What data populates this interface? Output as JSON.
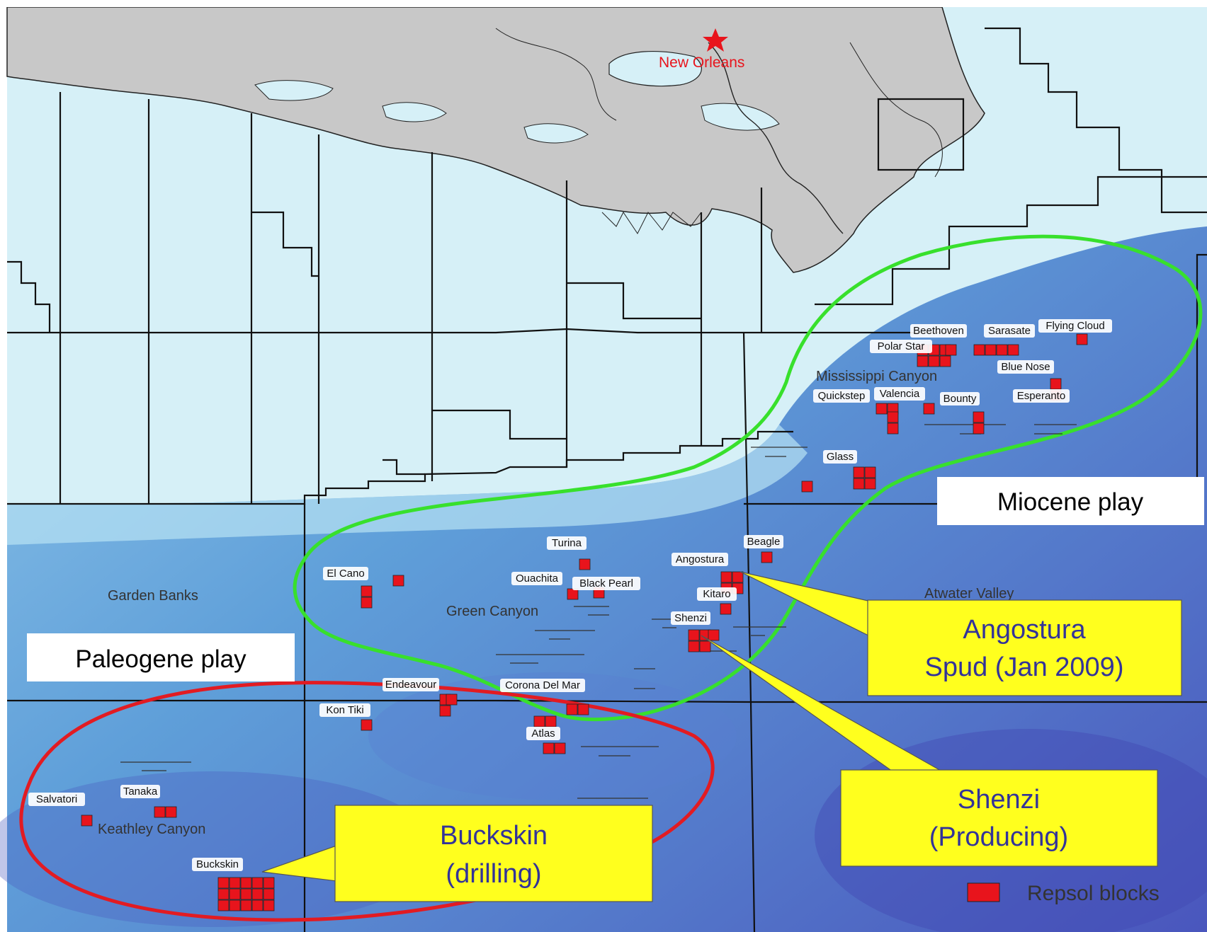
{
  "city": {
    "name": "New Orleans",
    "color": "#e8141c"
  },
  "areas": [
    "Mississippi Canyon",
    "Green Canyon",
    "Garden Banks",
    "Keathley Canyon",
    "Atwater Valley"
  ],
  "fields": [
    "Beethoven",
    "Sarasate",
    "Flying Cloud",
    "Polar Star",
    "Blue Nose",
    "Quickstep",
    "Valencia",
    "Bounty",
    "Esperanto",
    "Glass",
    "Turina",
    "Ouachita",
    "Black Pearl",
    "El Cano",
    "Angostura",
    "Beagle",
    "Kitaro",
    "Shenzi",
    "Corona Del Mar",
    "Endeavour",
    "Kon Tiki",
    "Atlas",
    "Salvatori",
    "Tanaka",
    "Buckskin"
  ],
  "plays": {
    "miocene": "Miocene play",
    "paleogene": "Paleogene play"
  },
  "callouts": {
    "angostura": {
      "line1": "Angostura",
      "line2": "Spud (Jan 2009)"
    },
    "shenzi": {
      "line1": "Shenzi",
      "line2": "(Producing)"
    },
    "buckskin": {
      "line1": "Buckskin",
      "line2": "(drilling)"
    }
  },
  "legend": {
    "label": "Repsol blocks"
  },
  "colors": {
    "block": "#e8141c",
    "miocene_outline": "#38e02c",
    "paleogene_outline": "#e21b22",
    "callout": "#ffff1e",
    "land": "#c8c8c8",
    "shelf_water": "#d6f0f7"
  }
}
